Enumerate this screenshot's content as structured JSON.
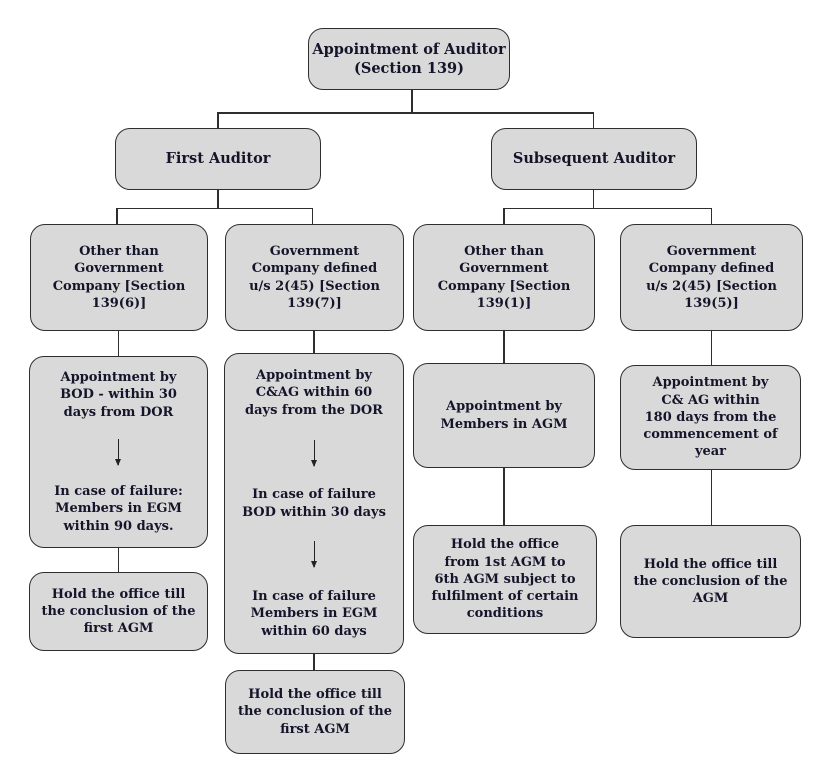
{
  "diagram_title": "Appointment of Auditor (Section 139) flowchart",
  "colors": {
    "box_fill": "#d9d9d9",
    "box_border": "#2e2e2e",
    "text": "#14142a",
    "connector": "#2e2e2e",
    "background": "#ffffff"
  },
  "nodes": {
    "root": {
      "text": "Appointment of Auditor\n(Section 139)"
    },
    "first_auditor": {
      "text": "First Auditor"
    },
    "subsequent_auditor": {
      "text": "Subsequent Auditor"
    },
    "first_other": {
      "text": "Other than\nGovernment\nCompany [Section\n139(6)]"
    },
    "first_govt": {
      "text": "Government\nCompany defined\nu/s 2(45) [Section\n139(7)]"
    },
    "subseq_other": {
      "text": "Other than\nGovernment\nCompany [Section\n139(1)]"
    },
    "subseq_govt": {
      "text": "Government\nCompany defined\nu/s 2(45) [Section\n139(5)]"
    },
    "first_other_process": {
      "steps": [
        "Appointment by\nBOD - within 30\ndays from DOR",
        "In case of failure:\nMembers in EGM\nwithin 90 days."
      ]
    },
    "first_other_hold": {
      "text": "Hold the office till\nthe conclusion of the\nfirst AGM"
    },
    "first_govt_process": {
      "steps": [
        "Appointment by\nC&AG within 60\ndays from the DOR",
        "In case of failure\nBOD within 30 days",
        "In case of failure\nMembers in EGM\nwithin 60 days"
      ]
    },
    "first_govt_hold": {
      "text": "Hold the office till\nthe conclusion of the\nfirst AGM"
    },
    "subseq_other_appointment": {
      "text": "Appointment by\nMembers in AGM"
    },
    "subseq_other_hold": {
      "text": "Hold the office\nfrom 1st AGM to\n6th AGM subject to\nfulfilment of certain\nconditions"
    },
    "subseq_govt_appointment": {
      "text": "Appointment by\nC& AG within\n180 days from the\ncommencement of\nyear"
    },
    "subseq_govt_hold": {
      "text": "Hold the office till\nthe conclusion of the\nAGM"
    }
  }
}
